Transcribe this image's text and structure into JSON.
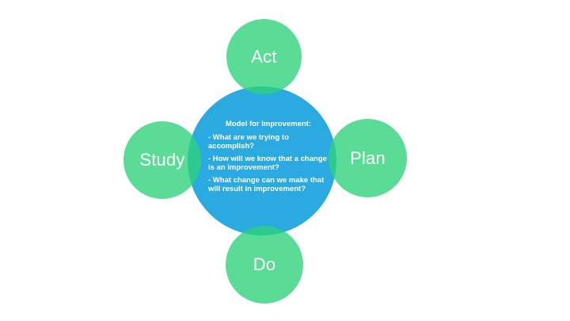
{
  "slide": {
    "background": "#FFFFFF"
  },
  "diagram": {
    "type": "pdsa-improvement-cycle",
    "colors": {
      "center_circle": "#2BA9E1",
      "node_circle_over_white": "#5CDC95",
      "node_circle_base_rgba": "rgba(45,210,120,0.78)",
      "overlap_blend": "#2DC78F",
      "text": "#FFFFFF"
    },
    "center": {
      "title": "Model for Improvement:",
      "questions": [
        "- What are we trying to accomplish?",
        "- How will we know that a change is an improvement?",
        "- What change can we make that will result in improvement?"
      ]
    },
    "nodes": [
      {
        "label": "Act",
        "position": "top"
      },
      {
        "label": "Study",
        "position": "left"
      },
      {
        "label": "Plan",
        "position": "right"
      },
      {
        "label": "Do",
        "position": "bottom"
      }
    ]
  }
}
